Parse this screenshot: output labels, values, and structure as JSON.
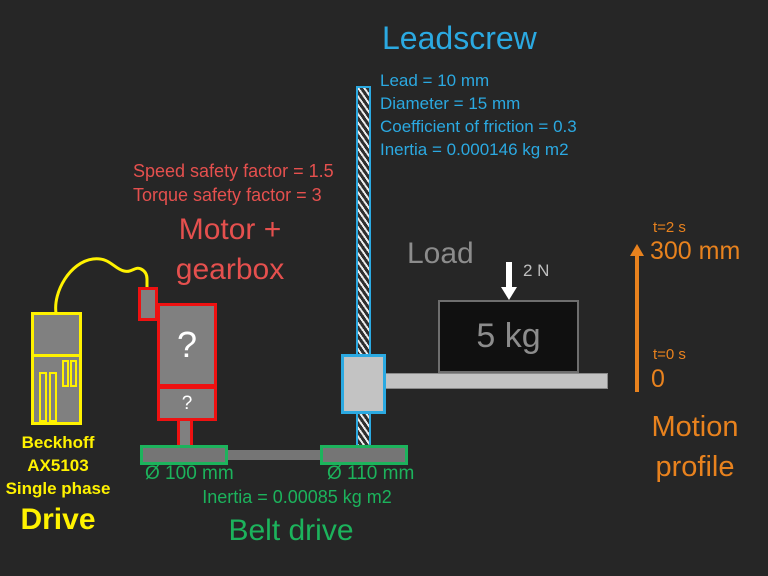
{
  "colors": {
    "background": "#262626",
    "blue": "#2BA9E1",
    "red_text": "#E5504E",
    "red_border": "#EE1111",
    "yellow": "#FFF200",
    "green": "#1CB35C",
    "orange": "#E8821E",
    "gray_fill": "#808080",
    "light_gray": "#C3C3C3",
    "white": "#FFFFFF"
  },
  "leadscrew": {
    "title": "Leadscrew",
    "specs": [
      "Lead = 10 mm",
      "Diameter = 15 mm",
      "Coefficient of friction = 0.3",
      "Inertia = 0.000146 kg m2"
    ]
  },
  "motor": {
    "safety_factors": [
      "Speed safety factor = 1.5",
      "Torque safety factor = 3"
    ],
    "title_lines": [
      "Motor +",
      "gearbox"
    ],
    "motor_unknown": "?",
    "gearbox_unknown": "?"
  },
  "drive": {
    "labels": [
      "Beckhoff",
      "AX5103",
      "Single phase"
    ],
    "title": "Drive"
  },
  "belt_drive": {
    "left_diameter": "Ø 100 mm",
    "right_diameter": "Ø 110 mm",
    "inertia": "Inertia = 0.00085 kg m2",
    "title": "Belt drive"
  },
  "load": {
    "label": "Load",
    "force": "2 N",
    "mass": "5 kg"
  },
  "motion_profile": {
    "t_end": "t=2 s",
    "distance_end": "300 mm",
    "t_start": "t=0 s",
    "distance_start": "0",
    "title_lines": [
      "Motion",
      "profile"
    ]
  }
}
